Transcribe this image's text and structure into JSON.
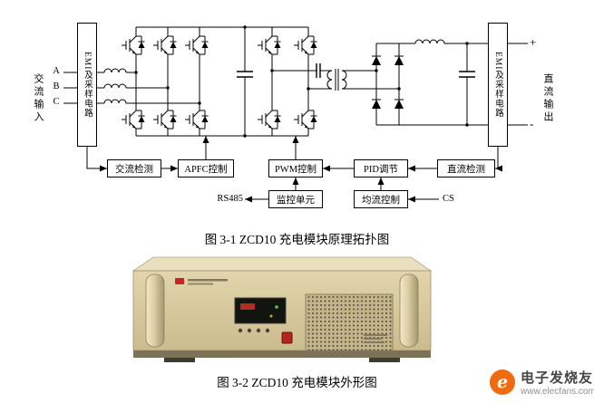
{
  "figure1": {
    "caption": "图 3-1 ZCD10 充电模块原理拓扑图",
    "ac_input_label": "交流输入",
    "dc_output_label": "直流输出",
    "phase_a": "A",
    "phase_b": "B",
    "phase_c": "C",
    "emi_left_label": "EMI及采样电路",
    "emi_right_label": "EMI及采样电路",
    "plus": "+",
    "minus": "-",
    "blocks": {
      "ac_detect": "交流检测",
      "apfc": "APFC控制",
      "pwm": "PWM控制",
      "pid": "PID调节",
      "dc_detect": "直流检测",
      "monitor": "监控单元",
      "share": "均流控制"
    },
    "rs485": "RS485",
    "cs": "CS"
  },
  "figure2": {
    "caption": "图 3-2 ZCD10 充电模块外形图"
  },
  "watermark": {
    "logo_glyph": "e",
    "brand": "电子发烧友",
    "site": "www.elecfans.com"
  },
  "colors": {
    "line_black": "#000000",
    "device_beige": "#d6c79c",
    "switch_red": "#b3241c",
    "watermark_orange": "#f06a10"
  }
}
